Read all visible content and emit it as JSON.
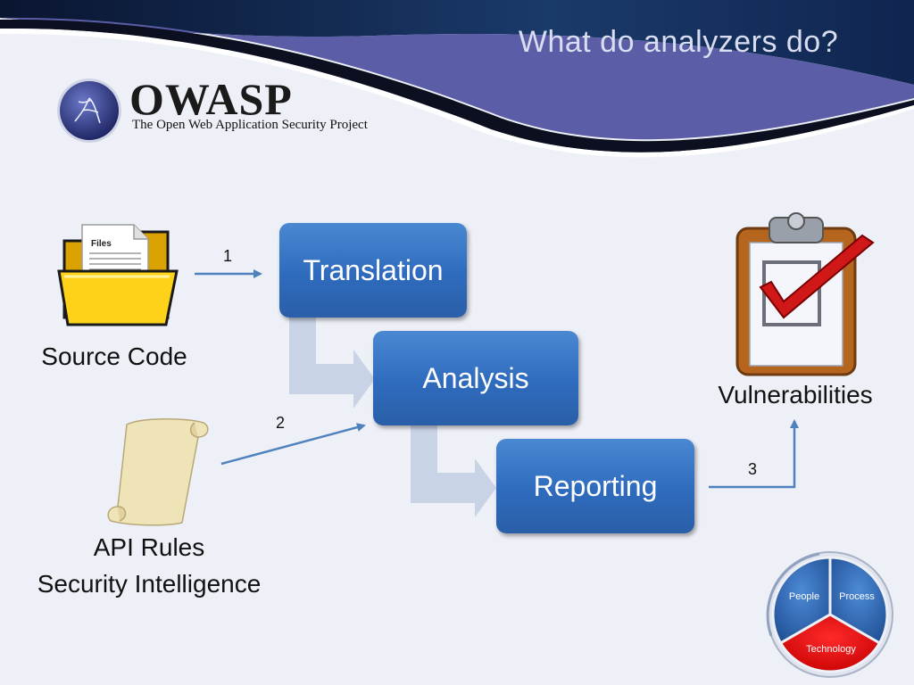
{
  "header": {
    "title": "What do analyzers do?"
  },
  "logo": {
    "wordmark": "OWASP",
    "tagline": "The Open Web Application Security Project"
  },
  "inputs": {
    "source_code": {
      "label": "Source Code",
      "icon": "folder-files-icon"
    },
    "api_rules": {
      "line1": "API Rules",
      "line2": "Security Intelligence",
      "icon": "scroll-icon"
    }
  },
  "stages": [
    "Translation",
    "Analysis",
    "Reporting"
  ],
  "output": {
    "label": "Vulnerabilities",
    "icon": "clipboard-check-icon"
  },
  "steps": [
    "1",
    "2",
    "3"
  ],
  "wheel": {
    "segments": [
      "People",
      "Process",
      "Technology"
    ]
  },
  "colors": {
    "stage_blue": "#3a75c4",
    "arrow_blue": "#4f81bd",
    "banner_purple": "#5b5ea6",
    "banner_navy": "#0d1b3d",
    "wheel_blue": "#2f6bbd",
    "wheel_red": "#e00000"
  }
}
